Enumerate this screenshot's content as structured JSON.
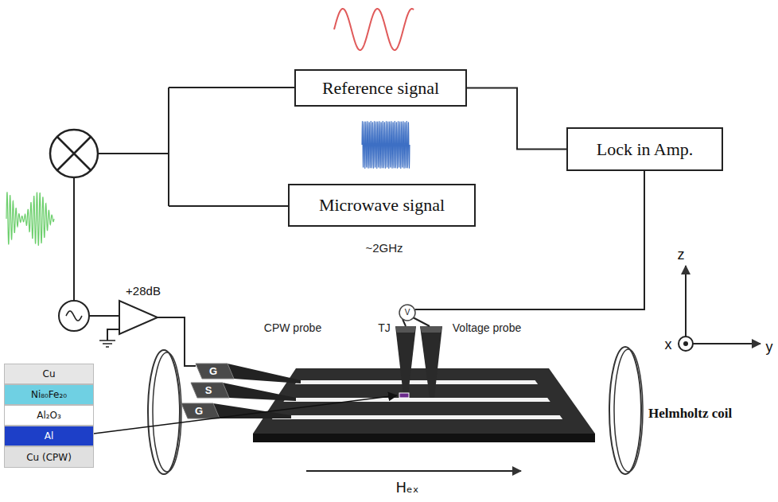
{
  "diagram": {
    "nodes": [
      {
        "text": [
          "Reference signal"
        ]
      },
      {
        "text": [
          "Microwave signal"
        ]
      },
      {
        "text": [
          "Lock in Amp."
        ]
      },
      {
        "text": [
          "Cu"
        ]
      },
      {
        "text": [
          "Ni₈₀Fe₂₀"
        ]
      },
      {
        "text": [
          "Al₂O₃"
        ]
      },
      {
        "text": [
          "Al"
        ]
      },
      {
        "text": [
          "Cu (CPW)"
        ]
      }
    ],
    "edges": [
      {
        "from": 0,
        "to": 2,
        "arrow": "none"
      }
    ],
    "labels": [
      "~2GHz",
      "+28dB",
      "CPW probe",
      "TJ",
      "Voltage probe",
      "V",
      "G",
      "S",
      "G",
      "Helmholtz coil",
      "z",
      "x",
      "y",
      "Hₑₓ"
    ]
  }
}
